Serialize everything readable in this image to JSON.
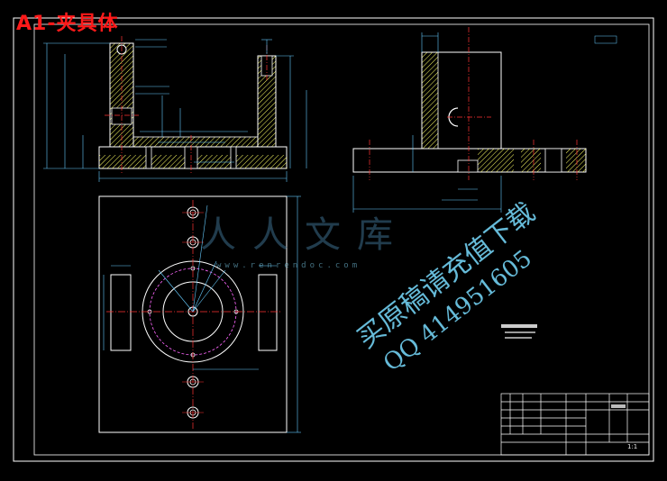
{
  "sheet": {
    "title": "A1-夹具体"
  },
  "watermark": {
    "line1": "买原稿请充值下载",
    "line2": "QQ 414951605",
    "url": "www.renrendoc.com",
    "brand": "人人文库"
  },
  "title_block": {
    "scale": "1:1"
  },
  "colors": {
    "background": "#000000",
    "outline": "#ffffff",
    "dimension": "#66ccff",
    "hatch": "#ffff66",
    "centerline": "#ff3333",
    "circle": "#ff66ff",
    "title": "#ff1a1a"
  }
}
